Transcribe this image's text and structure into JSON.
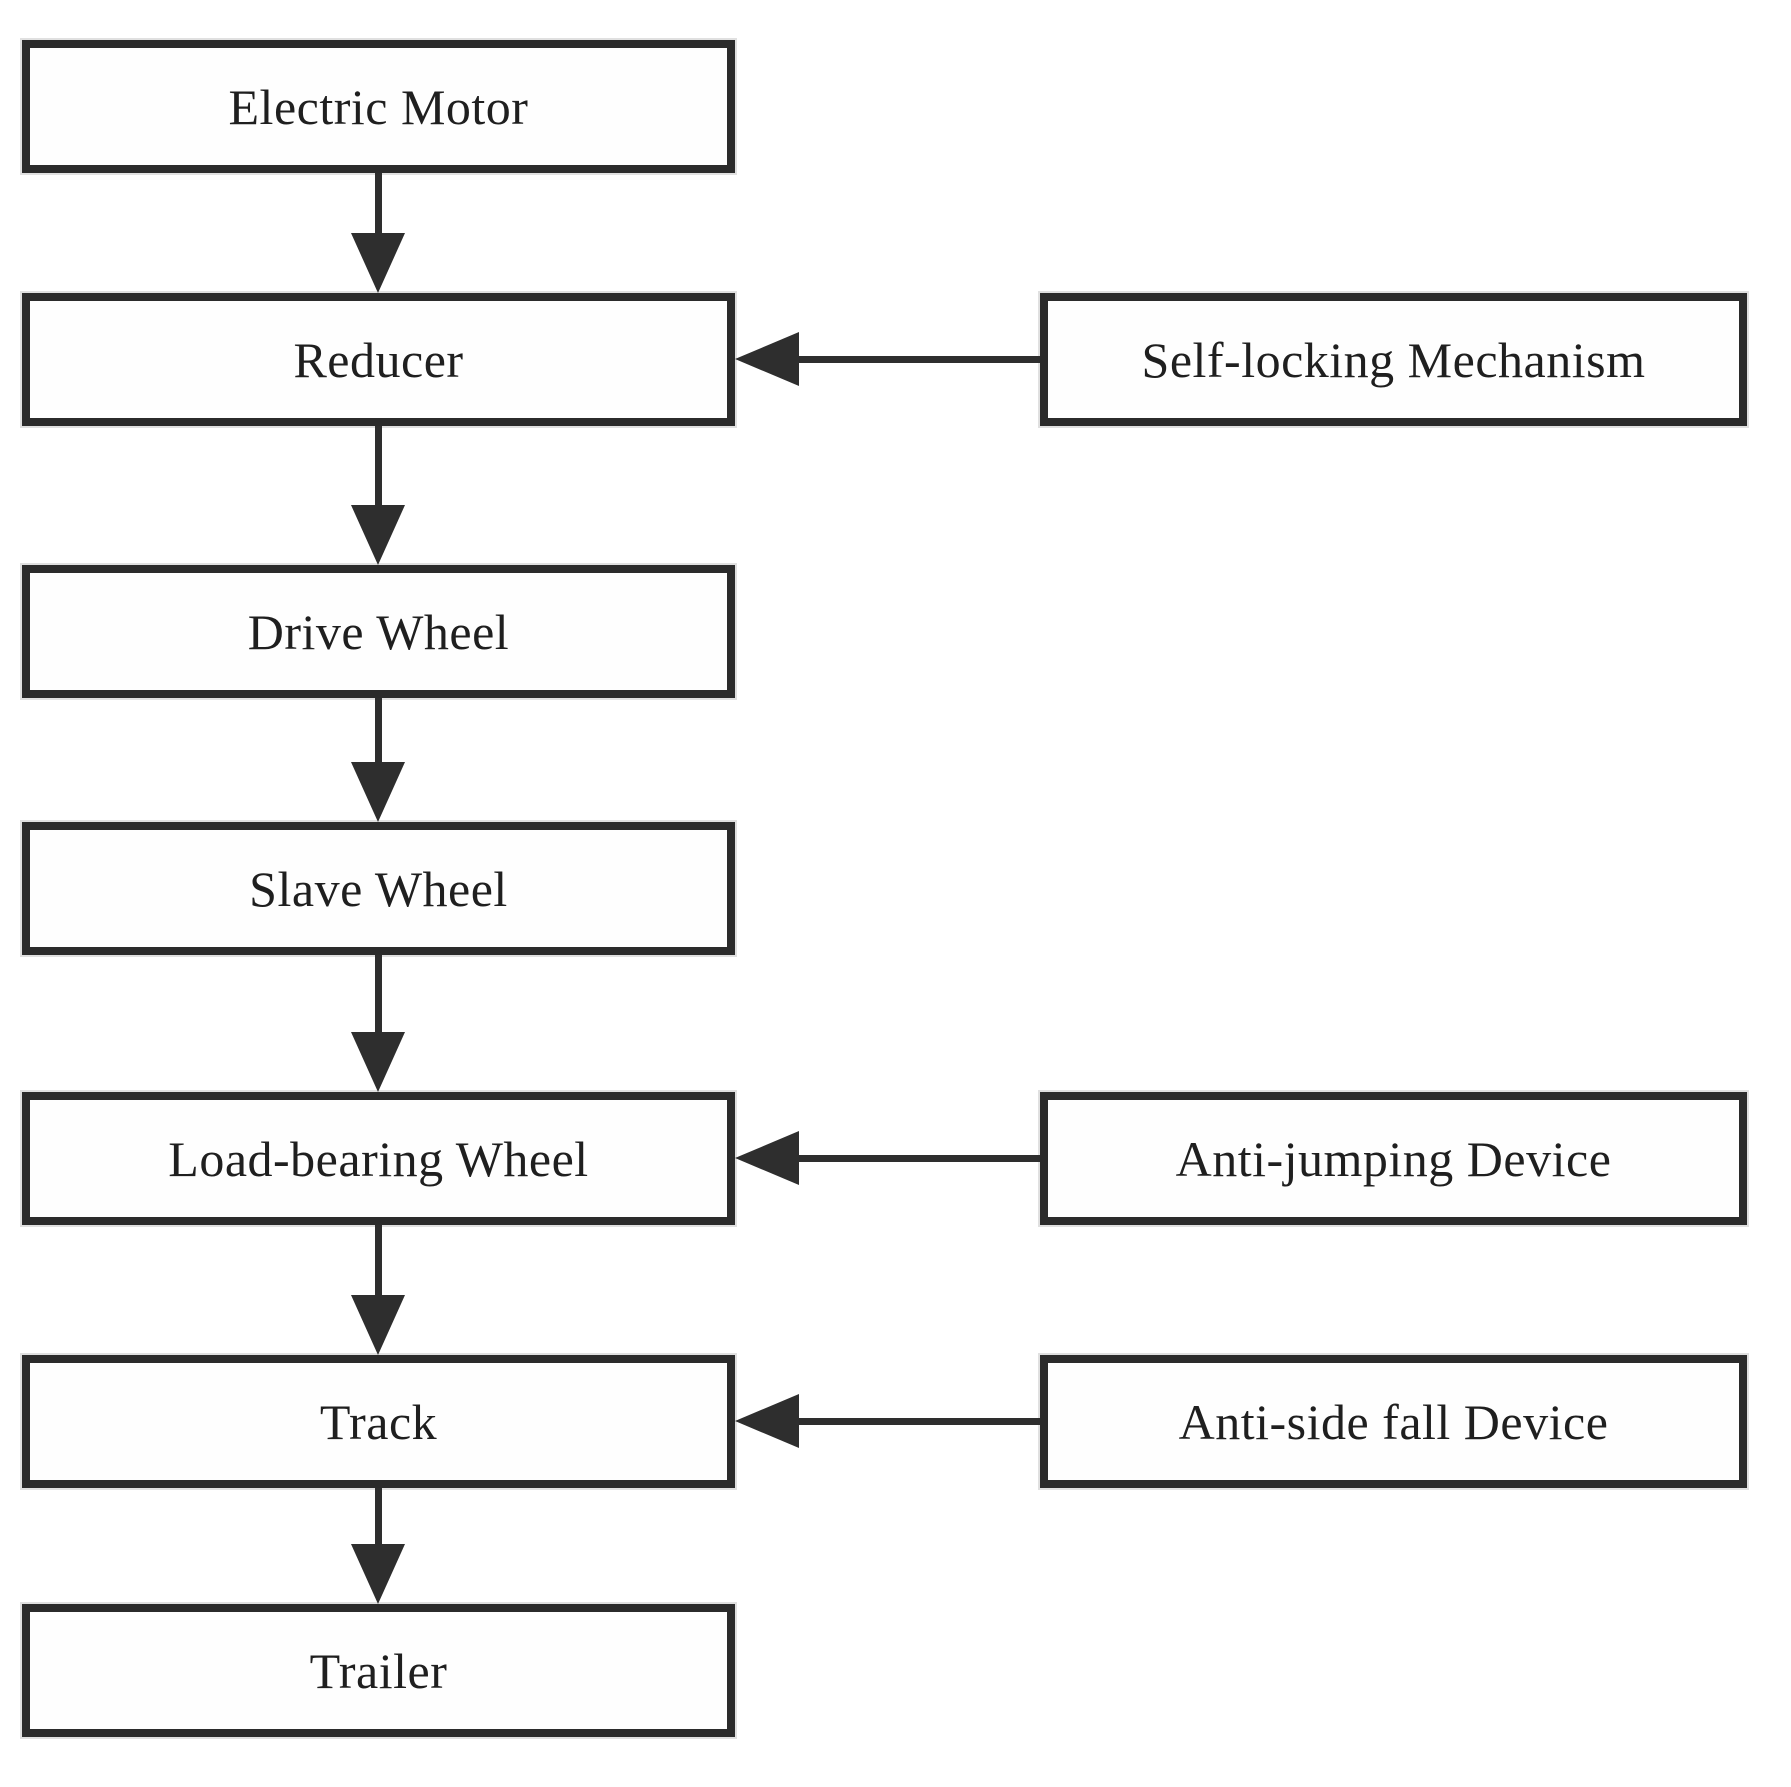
{
  "figure": {
    "type": "flowchart",
    "background_color": "#ffffff",
    "line_color": "#2b2b2b",
    "nodes": {
      "electric_motor": "Electric Motor",
      "reducer": "Reducer",
      "drive_wheel": "Drive Wheel",
      "slave_wheel": "Slave Wheel",
      "load_bearing_wheel": "Load-bearing Wheel",
      "track": "Track",
      "trailer": "Trailer",
      "self_locking_mechanism": "Self-locking Mechanism",
      "anti_jumping_device": "Anti-jumping Device",
      "anti_side_fall_device": "Anti-side fall Device"
    },
    "edges": [
      {
        "from": "Electric Motor",
        "to": "Reducer",
        "direction": "down"
      },
      {
        "from": "Reducer",
        "to": "Drive Wheel",
        "direction": "down"
      },
      {
        "from": "Drive Wheel",
        "to": "Slave Wheel",
        "direction": "down"
      },
      {
        "from": "Slave Wheel",
        "to": "Load-bearing Wheel",
        "direction": "down"
      },
      {
        "from": "Load-bearing Wheel",
        "to": "Track",
        "direction": "down"
      },
      {
        "from": "Track",
        "to": "Trailer",
        "direction": "down"
      },
      {
        "from": "Self-locking Mechanism",
        "to": "Reducer",
        "direction": "left"
      },
      {
        "from": "Anti-jumping Device",
        "to": "Load-bearing Wheel",
        "direction": "left"
      },
      {
        "from": "Anti-side fall Device",
        "to": "Track",
        "direction": "left"
      }
    ]
  }
}
